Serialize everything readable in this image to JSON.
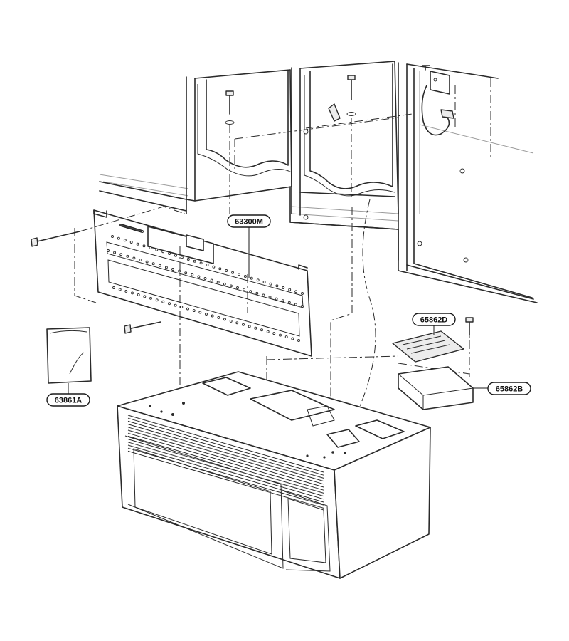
{
  "callouts": [
    {
      "id": "mounting-plate",
      "label": "63300M"
    },
    {
      "id": "damper-cover",
      "label": "65862D"
    },
    {
      "id": "damper-bracket",
      "label": "65862B"
    },
    {
      "id": "hardware-bag",
      "label": "63861A"
    }
  ]
}
